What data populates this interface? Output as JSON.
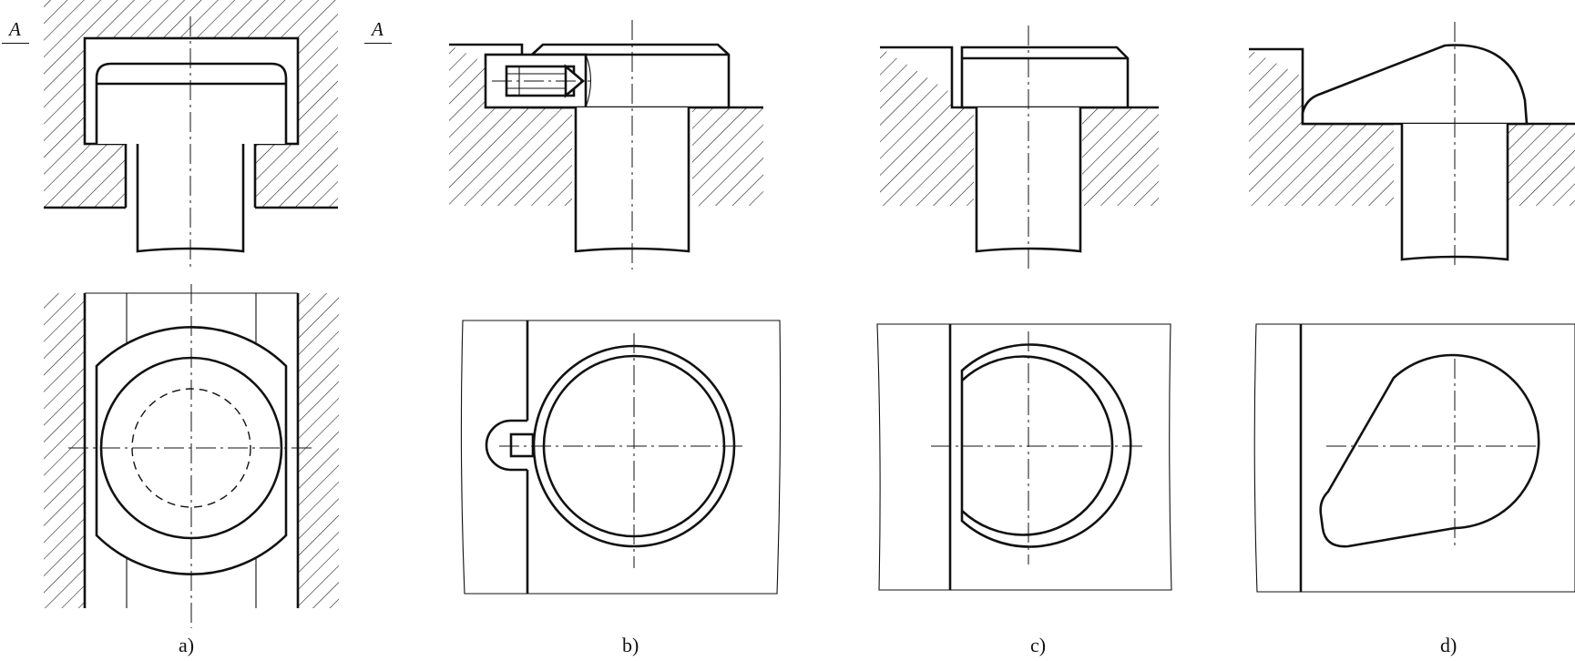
{
  "section_label": "A",
  "panels": [
    {
      "id": "a",
      "caption": "a)"
    },
    {
      "id": "b",
      "caption": "b)"
    },
    {
      "id": "c",
      "caption": "c)"
    },
    {
      "id": "d",
      "caption": "d)"
    }
  ],
  "colors": {
    "line": "#111111",
    "background": "#ffffff"
  }
}
